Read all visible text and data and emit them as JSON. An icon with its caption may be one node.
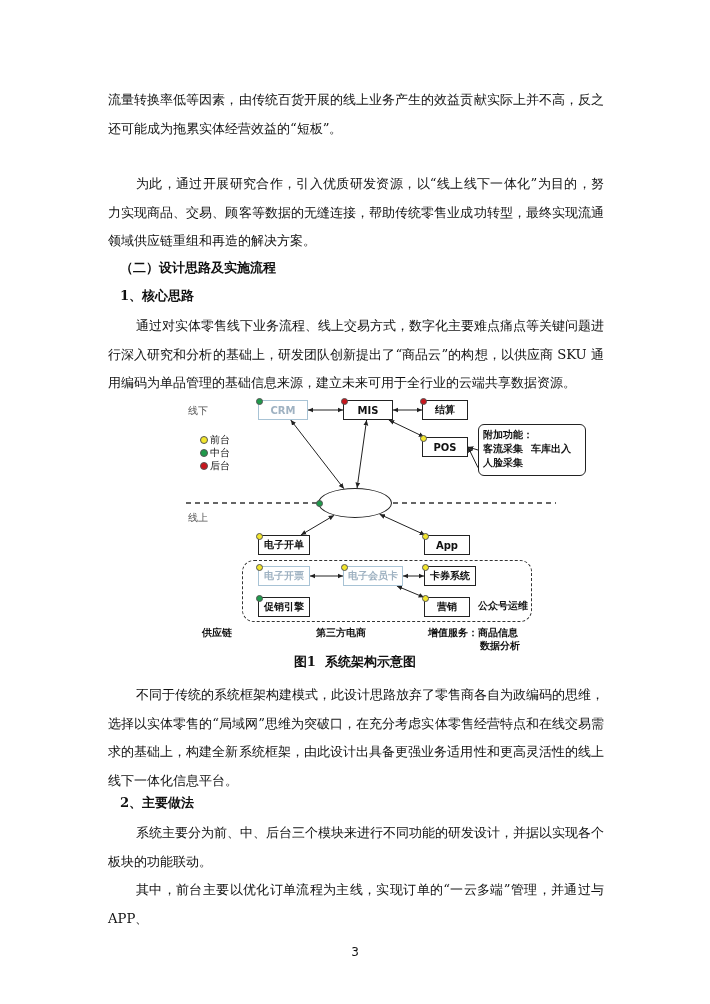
{
  "diagram": {
    "caption": "图1  系统架构示意图",
    "nodes": [
      {
        "text": [
          "CRM"
        ]
      },
      {
        "text": [
          "MIS"
        ]
      },
      {
        "text": [
          "结算"
        ]
      },
      {
        "text": [
          "POS"
        ]
      },
      {
        "text": [
          "附加功能：",
          "客流采集",
          "车库出入",
          "人脸采集"
        ]
      },
      {
        "text": [],
        "shape": "ellipse"
      },
      {
        "text": [
          "电子开单"
        ]
      },
      {
        "text": [
          "App"
        ]
      },
      {
        "text": [
          "公众号运维"
        ]
      },
      {
        "text": [
          "电子开票"
        ],
        "in": 8
      },
      {
        "text": [
          "电子会员卡"
        ],
        "in": 8
      },
      {
        "text": [
          "卡券系统"
        ],
        "in": 8
      },
      {
        "text": [
          "促销引擎"
        ],
        "in": 8
      },
      {
        "text": [
          "营销"
        ],
        "in": 8
      }
    ],
    "edges": [
      {
        "from": 0,
        "to": 1,
        "arrow": "both"
      },
      {
        "from": 1,
        "to": 2,
        "arrow": "both"
      },
      {
        "from": 1,
        "to": 3,
        "arrow": "both"
      },
      {
        "from": 4,
        "to": 3,
        "arrow": "to"
      },
      {
        "from": 4,
        "to": 3,
        "arrow": "to"
      },
      {
        "from": 0,
        "to": 5,
        "arrow": "both"
      },
      {
        "from": 1,
        "to": 5,
        "arrow": "both"
      },
      {
        "from": 5,
        "to": 6,
        "arrow": "both"
      },
      {
        "from": 5,
        "to": 7,
        "arrow": "both"
      },
      {
        "from": 9,
        "to": 10,
        "arrow": "both"
      },
      {
        "from": 10,
        "to": 11,
        "arrow": "both"
      },
      {
        "from": 10,
        "to": 13,
        "arrow": "both"
      }
    ],
    "labels": [
      "流量转换率低等因素，由传统百货开展的线上业务产生的效益贡献实际上并不高，反之还可能成为拖累实体经营效益的“短板”。",
      "为此，通过开展研究合作，引入优质研发资源，以“线上线下一体化”为目的，努力实现商品、交易、顾客等数据的无缝连接，帮助传统零售业成功转型，最终实现流通领域供应链重组和再造的解决方案。",
      "（二）设计思路及实施流程",
      "1、核心思路",
      "通过对实体零售线下业务流程、线上交易方式，数字化主要难点痛点等关键问题进行深入研究和分析的基础上，研发团队创新提出了“商品云”的构想，以供应商 SKU 通用编码为单品管理的基础信息来源，建立未来可用于全行业的云端共享数据资源。",
      "线下",
      "线上",
      "供应链",
      "第三方电商",
      "增值服务：商品信息",
      "数据分析",
      "不同于传统的系统框架构建模式，此设计思路放弃了零售商各自为政编码的思维，选择以实体零售的“局域网”思维为突破口，在充分考虑实体零售经营特点和在线交易需求的基础上，构建全新系统框架，由此设计出具备更强业务适用性和更高灵活性的线上线下一体化信息平台。",
      "2、主要做法",
      "系统主要分为前、中、后台三个模块来进行不同功能的研发设计，并据以实现各个板块的功能联动。",
      "其中，前台主要以优化订单流程为主线，实现订单的“一云多端”管理，并通过与 APP、",
      "3"
    ],
    "legend": [
      {
        "text": "前台",
        "color": "#f2e52c"
      },
      {
        "text": "中台",
        "color": "#1f9a4b"
      },
      {
        "text": "后台",
        "color": "#c8161d"
      }
    ]
  }
}
